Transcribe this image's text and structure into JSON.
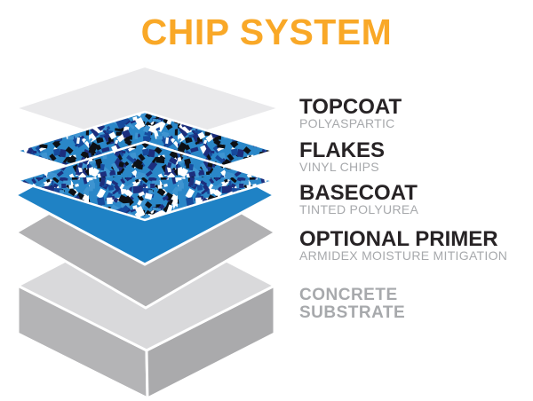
{
  "page": {
    "background": "#FFFFFF"
  },
  "title": {
    "text": "CHIP SYSTEM",
    "color": "#F9A827"
  },
  "legend": {
    "label_color": "#272325",
    "sublabel_color": "#A7A9AC",
    "items": [
      {
        "label": "TOPCOAT",
        "sublabel": "POLYASPARTIC"
      },
      {
        "label": "FLAKES",
        "sublabel": "VINYL CHIPS"
      },
      {
        "label": "BASECOAT",
        "sublabel": "TINTED POLYUREA"
      },
      {
        "label": "OPTIONAL PRIMER",
        "sublabel": "ARMIDEX MOISTURE MITIGATION"
      },
      {
        "label": "CONCRETE SUBSTRATE",
        "sublabel": ""
      }
    ]
  },
  "diagram": {
    "outline": "#FFFFFF",
    "layers": {
      "topcoat": {
        "fill": "#E9E9EB"
      },
      "flakes": {
        "base": "#2A87C8",
        "chip_colors": [
          "#1C2E7D",
          "#0D1015",
          "#FFFFFF",
          "#3E94D1",
          "#164A9C",
          "#1C2E7D",
          "#0D1015",
          "#FFFFFF"
        ]
      },
      "basecoat": {
        "fill": "#1F82C5"
      },
      "primer": {
        "fill": "#B1B1B3"
      },
      "substrate": {
        "top": "#D9D9DB",
        "left_side": "#B4B4B6",
        "right_side": "#AAAAAC"
      }
    }
  }
}
